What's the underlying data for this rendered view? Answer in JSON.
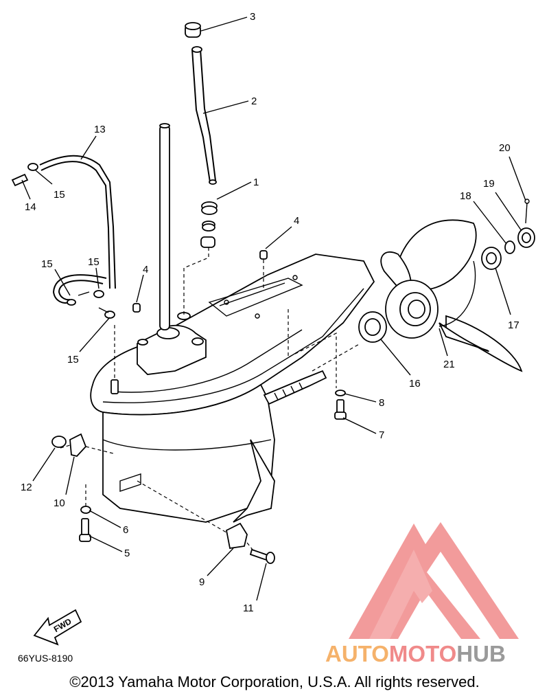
{
  "diagram_code": "66YUS-8190",
  "fwd_label": "FWD",
  "copyright": "©2013 Yamaha Motor Corporation, U.S.A. All rights reserved.",
  "watermark": {
    "part1": "AUTO",
    "part2": "MOTO",
    "part3": "HUB",
    "color_orange": "#f5b26b",
    "color_pink": "#f08a8a",
    "color_gray": "#9a9a9a"
  },
  "callouts": [
    "1",
    "2",
    "3",
    "4",
    "4",
    "5",
    "6",
    "7",
    "8",
    "9",
    "10",
    "11",
    "12",
    "13",
    "14",
    "15",
    "15",
    "15",
    "15",
    "16",
    "17",
    "18",
    "19",
    "20",
    "21"
  ]
}
